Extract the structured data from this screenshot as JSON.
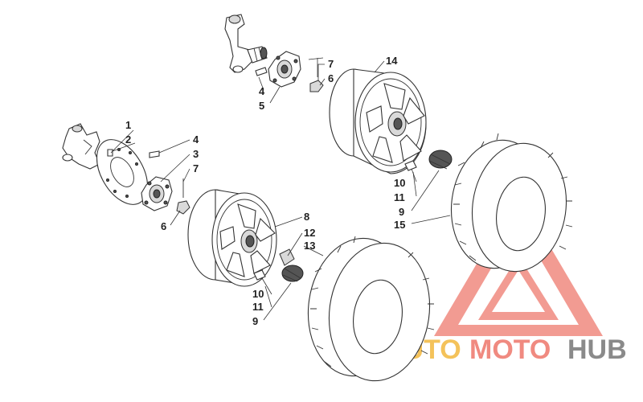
{
  "diagram": {
    "callouts": [
      "1",
      "2",
      "3",
      "4",
      "4",
      "5",
      "6",
      "6",
      "7",
      "7",
      "8",
      "9",
      "9",
      "10",
      "10",
      "11",
      "11",
      "12",
      "13",
      "14",
      "15"
    ]
  },
  "watermark": {
    "text_auto": "AUTO",
    "text_moto": "MOTO",
    "text_hub": "HUB",
    "color_primary": "#f08a80",
    "color_secondary": "#f4c25a",
    "color_tertiary": "#8a8a8a"
  }
}
